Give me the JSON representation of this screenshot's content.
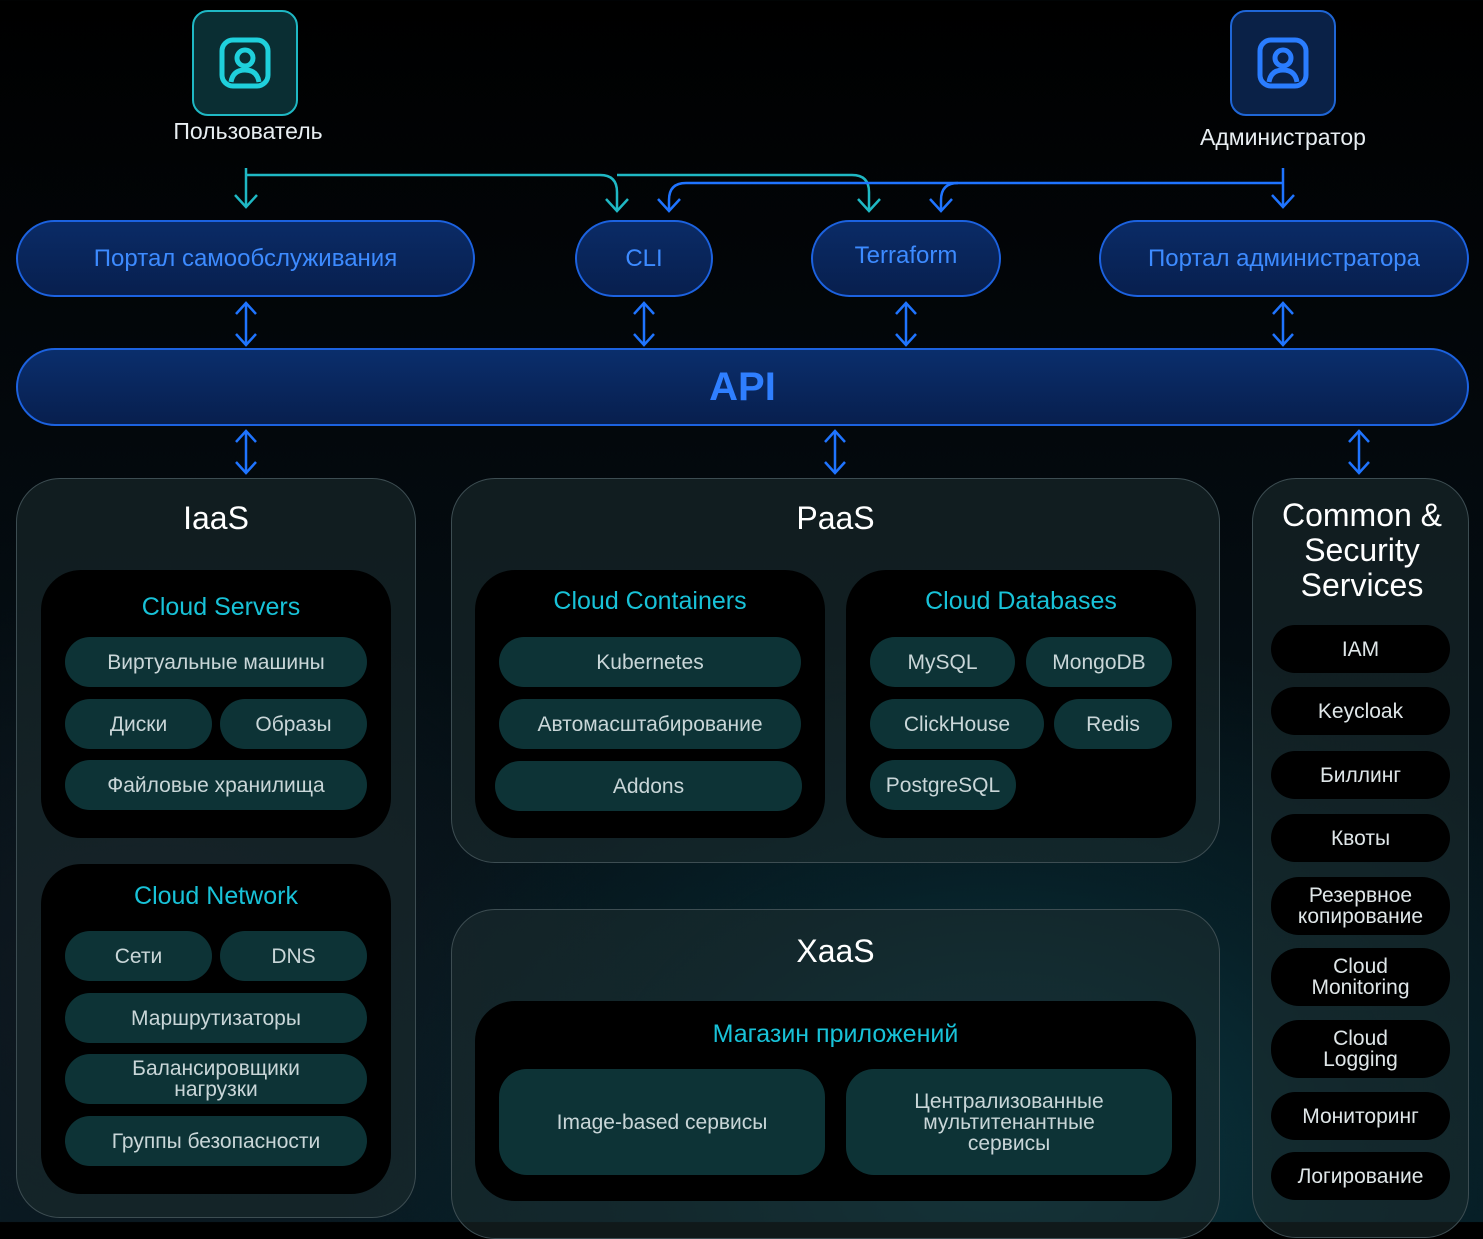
{
  "actors": {
    "user": {
      "label": "Пользователь",
      "icon": "user-icon"
    },
    "admin": {
      "label": "Администратор",
      "icon": "user-icon"
    }
  },
  "interfaces": {
    "self_service": "Портал самообслуживания",
    "cli": "CLI",
    "terraform": "Terraform",
    "admin_portal": "Портал администратора"
  },
  "api": {
    "label": "API"
  },
  "iaas": {
    "title": "IaaS",
    "cloud_servers": {
      "title": "Cloud Servers",
      "items": [
        "Виртуальные машины",
        "Диски",
        "Образы",
        "Файловые хранилища"
      ]
    },
    "cloud_network": {
      "title": "Cloud Network",
      "items": [
        "Сети",
        "DNS",
        "Маршрутизаторы",
        "Балансировщики нагрузки",
        "Группы безопасности"
      ]
    }
  },
  "paas": {
    "title": "PaaS",
    "cloud_containers": {
      "title": "Cloud Containers",
      "items": [
        "Kubernetes",
        "Автомасштабирование",
        "Addons"
      ]
    },
    "cloud_databases": {
      "title": "Cloud Databases",
      "items": [
        "MySQL",
        "MongoDB",
        "ClickHouse",
        "Redis",
        "PostgreSQL"
      ]
    }
  },
  "xaas": {
    "title": "XaaS",
    "app_store": {
      "title": "Магазин приложений",
      "items": [
        "Image-based сервисы",
        "Централизованные мультитенантные сервисы"
      ]
    }
  },
  "common": {
    "title": "Common & Security Services",
    "items": [
      "IAM",
      "Keycloak",
      "Биллинг",
      "Квоты",
      "Резервное копирование",
      "Cloud Monitoring",
      "Cloud Logging",
      "Мониторинг",
      "Логирование"
    ]
  },
  "colors": {
    "teal_accent": "#18c2d8",
    "blue_accent": "#2f7fff",
    "user_line": "#1fb8c4",
    "admin_line": "#1f74ff"
  }
}
